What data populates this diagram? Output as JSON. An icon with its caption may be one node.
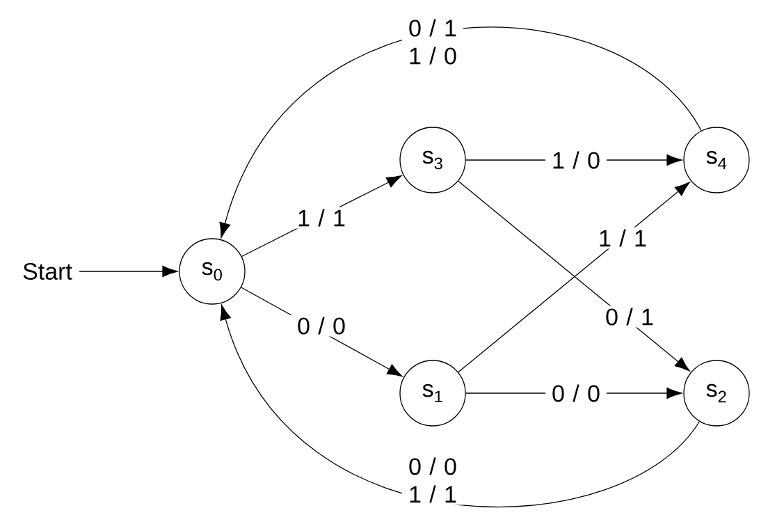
{
  "diagram": {
    "nodes": [
      {
        "text": [
          "Start"
        ]
      },
      {
        "text": [
          "s$_{0}$"
        ]
      },
      {
        "text": [
          "s$_{3}$"
        ]
      },
      {
        "text": [
          "s$_{1}$"
        ]
      },
      {
        "text": [
          "s$_{4}$"
        ]
      },
      {
        "text": [
          "s$_{2}$"
        ]
      }
    ],
    "edges": [
      {
        "from": 0,
        "to": 1,
        "arrow": "to"
      },
      {
        "from": 1,
        "to": 2,
        "arrow": "to",
        "label": "1 / 1"
      },
      {
        "from": 1,
        "to": 3,
        "arrow": "to",
        "label": "0 / 0"
      },
      {
        "from": 2,
        "to": 4,
        "arrow": "to",
        "label": "1 / 0"
      },
      {
        "from": 2,
        "to": 5,
        "arrow": "to",
        "label": "0 / 1"
      },
      {
        "from": 3,
        "to": 4,
        "arrow": "to",
        "label": "1 / 1"
      },
      {
        "from": 3,
        "to": 5,
        "arrow": "to",
        "label": "0 / 0"
      },
      {
        "from": 4,
        "to": 1,
        "arrow": "to",
        "label": "0 / 1 1 / 0"
      },
      {
        "from": 5,
        "to": 1,
        "arrow": "to",
        "label": "0 / 0 1 / 1"
      }
    ]
  }
}
